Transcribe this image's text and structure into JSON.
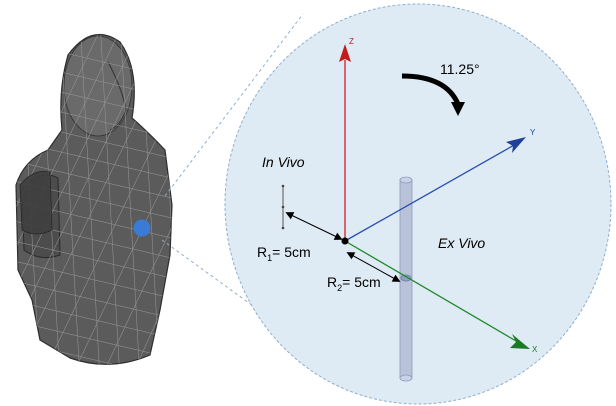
{
  "labels": {
    "axis_z": "Z",
    "axis_y": "Y",
    "axis_x": "X",
    "rotation": "11.25°",
    "in_vivo": "In Vivo",
    "ex_vivo": "Ex Vivo",
    "r1_prefix": "R",
    "r1_sub": "1",
    "r1_value": "= 5cm",
    "r2_prefix": "R",
    "r2_sub": "2",
    "r2_value": "= 5cm"
  },
  "colors": {
    "magnified_fill": "#deeaf4",
    "magnified_outline": "#8fb0cc",
    "axis_z": "#d32020",
    "axis_y": "#2a4fb0",
    "axis_x": "#1f8a2a",
    "phantom_cylinder": "#b8c3da",
    "body_mesh": "#555555",
    "marker": "#3a7bd5"
  }
}
